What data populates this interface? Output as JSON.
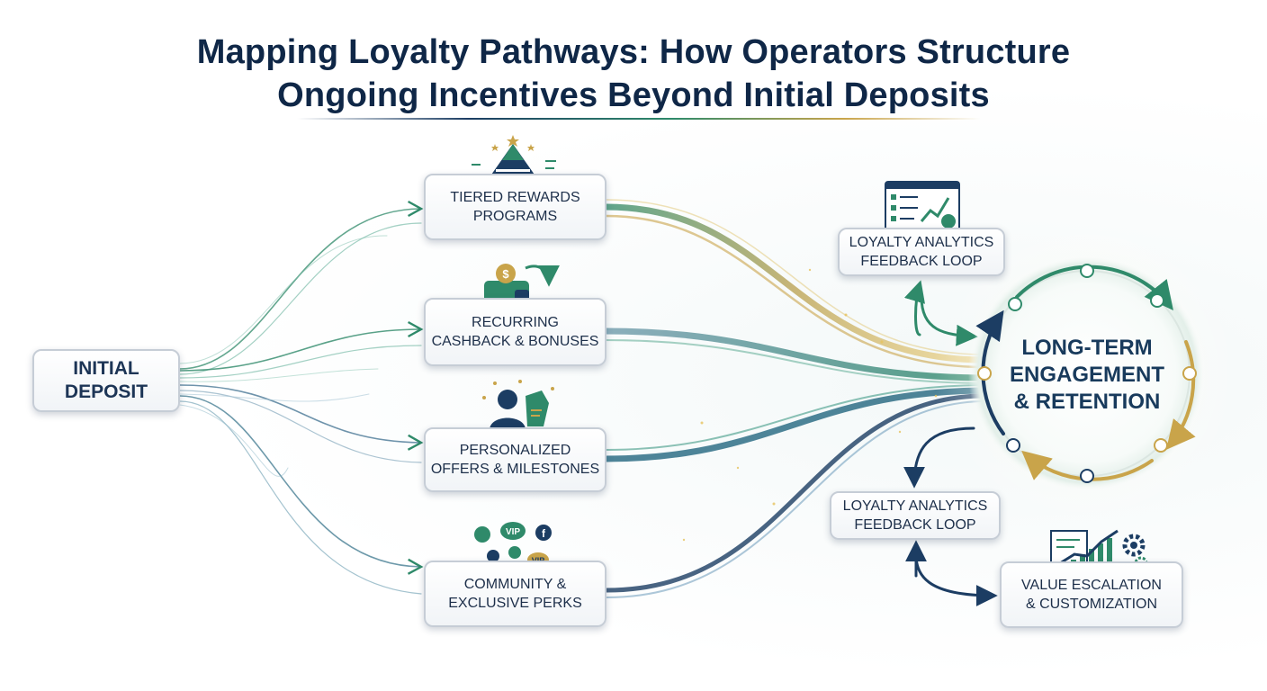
{
  "title": {
    "line1": "Mapping Loyalty Pathways: How Operators Structure",
    "line2": "Ongoing Incentives Beyond Initial Deposits"
  },
  "nodes": {
    "initial_deposit": [
      "INITIAL",
      "DEPOSIT"
    ],
    "tiered_rewards": [
      "TIERED REWARDS",
      "PROGRAMS"
    ],
    "recurring_cashback": [
      "RECURRING",
      "CASHBACK & BONUSES"
    ],
    "personalized_offers": [
      "PERSONALIZED",
      "OFFERS & MILESTONES"
    ],
    "community_perks": [
      "COMMUNITY &",
      "EXCLUSIVE PERKS"
    ],
    "analytics_top": [
      "LOYALTY ANALYTICS",
      "FEEDBACK LOOP"
    ],
    "analytics_bottom": [
      "LOYALTY ANALYTICS",
      "FEEDBACK LOOP"
    ],
    "value_escalation": [
      "VALUE ESCALATION",
      "& CUSTOMIZATION"
    ],
    "core": [
      "LONG-TERM",
      "ENGAGEMENT",
      "& RETENTION"
    ]
  },
  "icons": {
    "tiered": "tier-pyramid-icon",
    "cashback": "wallet-coins-icon",
    "personalized": "user-tag-icon",
    "community": "community-vip-icon",
    "analytics": "dashboard-icon",
    "escalation": "growth-chart-icon"
  },
  "colors": {
    "navy": "#1c3d63",
    "green": "#2f8a6a",
    "gold": "#c9a44a",
    "teal": "#3f9a86"
  },
  "icon_labels": {
    "vip": "VIP",
    "dollar": "$",
    "social_f": "f"
  }
}
